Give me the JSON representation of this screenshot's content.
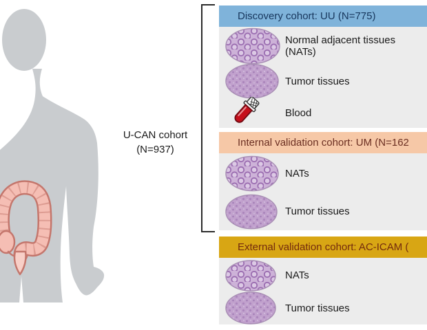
{
  "left_panel": {
    "cohort_label_line1": "U-CAN cohort",
    "cohort_label_line2": "(N=937)",
    "silhouette_icon": "human-body-silhouette",
    "organ_icon": "colon-large-intestine"
  },
  "cohorts": [
    {
      "header": "Discovery cohort: UU (N=775)",
      "header_bg": "#7FB3DA",
      "header_text_color": "#17365C",
      "items": [
        {
          "icon": "nat-histology-icon",
          "label": "Normal adjacent tissues (NATs)"
        },
        {
          "icon": "tumor-histology-icon",
          "label": "Tumor tissues"
        },
        {
          "icon": "blood-tube-icon",
          "label": "Blood"
        }
      ]
    },
    {
      "header": "Internal validation cohort: UM (N=162",
      "header_bg": "#F6C8A7",
      "header_text_color": "#6B2F22",
      "items": [
        {
          "icon": "nat-histology-icon",
          "label": "NATs"
        },
        {
          "icon": "tumor-histology-icon",
          "label": "Tumor tissues"
        }
      ]
    },
    {
      "header": "External validation cohort: AC-ICAM (",
      "header_bg": "#D8A614",
      "header_text_color": "#732A0E",
      "items": [
        {
          "icon": "nat-histology-icon",
          "label": "NATs"
        },
        {
          "icon": "tumor-histology-icon",
          "label": "Tumor tissues"
        }
      ]
    }
  ],
  "colors": {
    "panel_body_bg": "#ECECEC",
    "silhouette_gray": "#C9CCCF",
    "colon_pink": "#F5BEB4",
    "colon_outline": "#C4766C",
    "tissue_purple": "#C9AED5",
    "blood_red": "#C5101C",
    "bracket": "#2A2A2A",
    "label_text": "#1A1A1A"
  }
}
